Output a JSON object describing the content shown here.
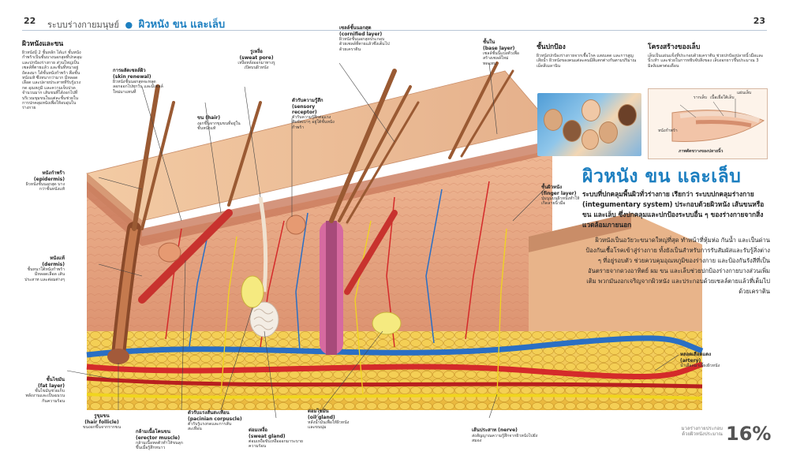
{
  "header": {
    "left_page": "22",
    "right_page": "23",
    "running_head": "ระบบร่างกายมนุษย์",
    "section": "ผิวหนัง ขน และเล็บ"
  },
  "intro": {
    "title": "ผิวหนังและขน",
    "text": "ผิวหนังมี 2 ชั้นหลัก ได้แก่ ชั้นหนังกำพร้าเป็นชั้นบางนอกสุดที่ปกคลุมและปกป้องร่างกาย ส่วนใหญ่เป็นเซลล์ที่ตายแล้ว และชั้นที่หนาอยู่ถัดลงมา ได้ชั้นหนังกำพร้า คือชั้นหนังแท้ ซึ่งหนากว่ามาก มีหลอดเลือด และปลายประสาทที่รับรู้แรงกด อุณหภูมิ และความเจ็บปวดจำนวนมาก เส้นขนที่ได้งอกไปที่บริเวณขุมขนในแต่ละชั้นช่วยในการปกคลุมหนังเพื่อให้อบอุ่นในร่างกาย"
  },
  "labels": {
    "skin_renewal": {
      "title": "การผลัดเซลล์ผิว",
      "sub": "(skin renewal)",
      "text": "ผิวหนังชั้นนอกสุดจะหลุดลอกออกไปทุกวัน และมีเซลล์ใหม่มาแทนที่"
    },
    "hair": {
      "title": "ขน (hair)",
      "text": "งอกขึ้นจากขุมขนที่อยู่ในชั้นหนังแท้"
    },
    "sweat_pore": {
      "title": "รูเหงื่อ",
      "sub": "(sweat pore)",
      "text": "เหงื่อหลั่งออกมาทางรูเปิดบนผิวหนัง"
    },
    "cornified": {
      "title": "เซลล์ชั้นนอกสุด",
      "sub": "(cornified layer)",
      "text": "ผิวหนังชั้นนอกสุดประกอบด้วยเซลล์ที่ตายแล้วซึ่งเต็มไปด้วยเคราติน"
    },
    "sensory": {
      "title": "ตัวรับความรู้สึก",
      "sub": "(sensory receptor)",
      "text": "ตัวรับความรู้สึกต่อแรงสัมผัสเบาๆ อยู่ใต้ชั้นหนังกำพร้า"
    },
    "base_layer": {
      "title": "ชั้นใน",
      "sub": "(base layer)",
      "text": "เซลล์ชั้นนี้แบ่งตัวเพื่อสร้างเซลล์ใหม่ทดแทน"
    },
    "epidermis": {
      "title": "หนังกำพร้า",
      "sub": "(epidermis)",
      "text": "ผิวหนังชั้นนอกสุด บางกว่าชั้นหนังแท้"
    },
    "dermis": {
      "title": "หนังแท้",
      "sub": "(dermis)",
      "text": "ชั้นหนาใต้หนังกำพร้า มีหลอดเลือด เส้นประสาท และต่อมต่างๆ"
    },
    "fat_layer": {
      "title": "ชั้นไขมัน",
      "sub": "(fat layer)",
      "text": "ชั้นไขมันช่วยเก็บพลังงานและเป็นฉนวนกันความร้อน"
    },
    "hair_follicle": {
      "title": "รูขุมขน",
      "sub": "(hair follicle)",
      "text": "ขนงอกขึ้นจากรากขน"
    },
    "erector": {
      "title": "กล้ามเนื้อโคนขน",
      "sub": "(erector muscle)",
      "text": "กล้ามเนื้อหดตัวทำให้ขนลุกขึ้นเมื่อรู้สึกหนาว"
    },
    "pacinian": {
      "title": "ตัวรับแรงสั่นสะเทือน",
      "sub": "(pacinian corpuscle)",
      "text": "ตัวรับรู้แรงกดและการสั่นสะเทือน"
    },
    "sweat_gland": {
      "title": "ต่อมเหงื่อ",
      "sub": "(sweat gland)",
      "text": "ต่อมเหงื่อขับเหงื่อออกมาระบายความร้อน"
    },
    "oil_gland": {
      "title": "ต่อมไขมัน",
      "sub": "(oil gland)",
      "text": "หลั่งน้ำมันเพื่อให้ผิวหนังและขนนุ่ม"
    },
    "nerve": {
      "title": "เส้นประสาท (nerve)",
      "text": "ส่งสัญญาณความรู้สึกจากผิวหนังไปยังสมอง"
    },
    "artery": {
      "title": "หลอดเลือดแดง",
      "sub": "(artery)",
      "text": "นำเลือดมาเลี้ยงผิวหนัง"
    },
    "finger_layer": {
      "title": "ชั้นผิวหนัง",
      "sub": "(finger layer)",
      "text": "ปุ่มนูนบนผิวหนังทำให้เกิดลายนิ้วมือ"
    }
  },
  "protection": {
    "title": "ชั้นปกป้อง",
    "text": "ผิวหนังปกป้องร่างกายจากเชื้อโรค แสงแดด และการสูญเสียน้ำ ผิวหนังของคนแต่ละคนมีสีแตกต่างกันตามปริมาณเม็ดสีเมลานิน"
  },
  "nail": {
    "title": "โครงสร้างของเล็บ",
    "text": "เล็บเป็นแผ่นแข็งที่ประกอบด้วยเคราติน ช่วยปกป้องปลายนิ้วมือและนิ้วเท้า และช่วยในการหยิบจับสิ่งของ เล็บงอกยาวขึ้นประมาณ 3 มิลลิเมตรต่อเดือน",
    "lbl_root": "รากเล็บ",
    "lbl_bed": "เนื้อเยื่อใต้เล็บ",
    "lbl_plate": "แผ่นเล็บ",
    "lbl_cuticle": "หนังกำพร้า",
    "caption": "ภาพตัดขวางของปลายนิ้ว"
  },
  "main": {
    "title": "ผิวหนัง ขน และเล็บ",
    "lead": "ระบบที่ปกคลุมพื้นผิวทั่วร่างกาย เรียกว่า ระบบปกคลุมร่างกาย (integumentary system) ประกอบด้วยผิวหนัง เส้นขนหรือขน และเล็บ ซึ่งปกคลุมและปกป้องระบบอื่น ๆ ของร่างกายจากสิ่งแวดล้อมภายนอก",
    "paragraph": "ผิวหนังเป็นอวัยวะขนาดใหญ่ที่สุด ทำหน้าที่หุ้มห่อ กันน้ำ และเป็นด่านป้องกันเชื้อโรคเข้าสู่ร่างกาย ทั้งยังเป็นสำหรับการรับสัมผัสและรับรู้สิ่งต่าง ๆ ที่อยู่รอบตัว ช่วยควบคุมอุณหภูมิของร่างกาย และป้องกันรังสีที่เป็นอันตรายจากดวงอาทิตย์ ผม ขน และเล็บช่วยปกป้องร่างกายบางส่วนเพิ่มเติม พวกมันงอกเจริญจากผิวหนัง และประกอบด้วยเซลล์ตายแล้วที่เต็มไปด้วยเคราติน"
  },
  "stat": {
    "label": "มวลร่างกายประกอบด้วยผิวหนังประมาณ",
    "value": "16%"
  },
  "colors": {
    "accent": "#1d7fc0",
    "skin": "#e8b48a",
    "fat": "#f1c24a",
    "artery": "#d42a2a",
    "vein": "#2a6fc4",
    "nerve": "#f0d51e"
  }
}
